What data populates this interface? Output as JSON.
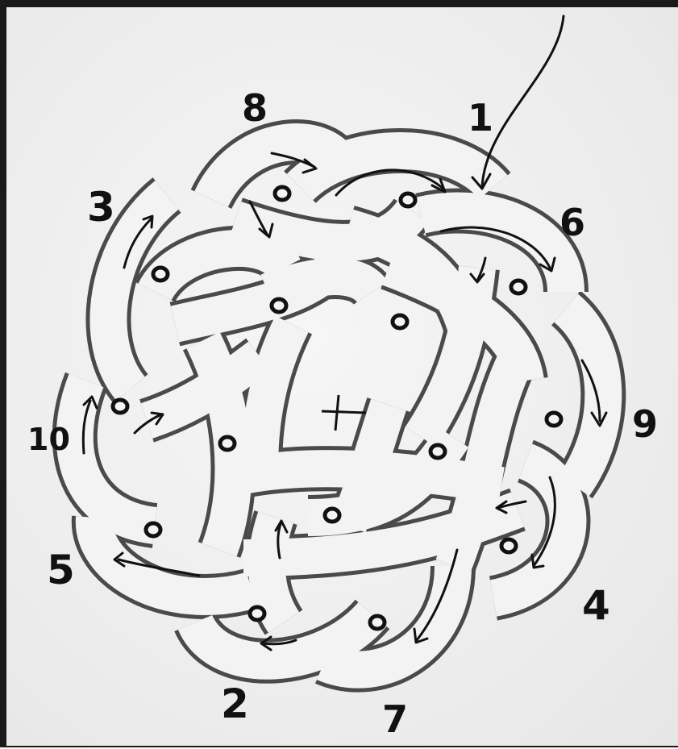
{
  "labels": {
    "n1": "1",
    "n2": "2",
    "n3": "3",
    "n4": "4",
    "n5": "5",
    "n6": "6",
    "n7": "7",
    "n8": "8",
    "n9": "9",
    "n10": "10"
  },
  "colors": {
    "pencil": "#111111",
    "paper": "#eeeeee",
    "strand_fill": "#f3f3f3",
    "strand_edge": "#4a4a4a"
  },
  "icons": {
    "arrow": "arrow-icon",
    "dot": "pin-dot-icon",
    "center": "center-cross-icon"
  }
}
